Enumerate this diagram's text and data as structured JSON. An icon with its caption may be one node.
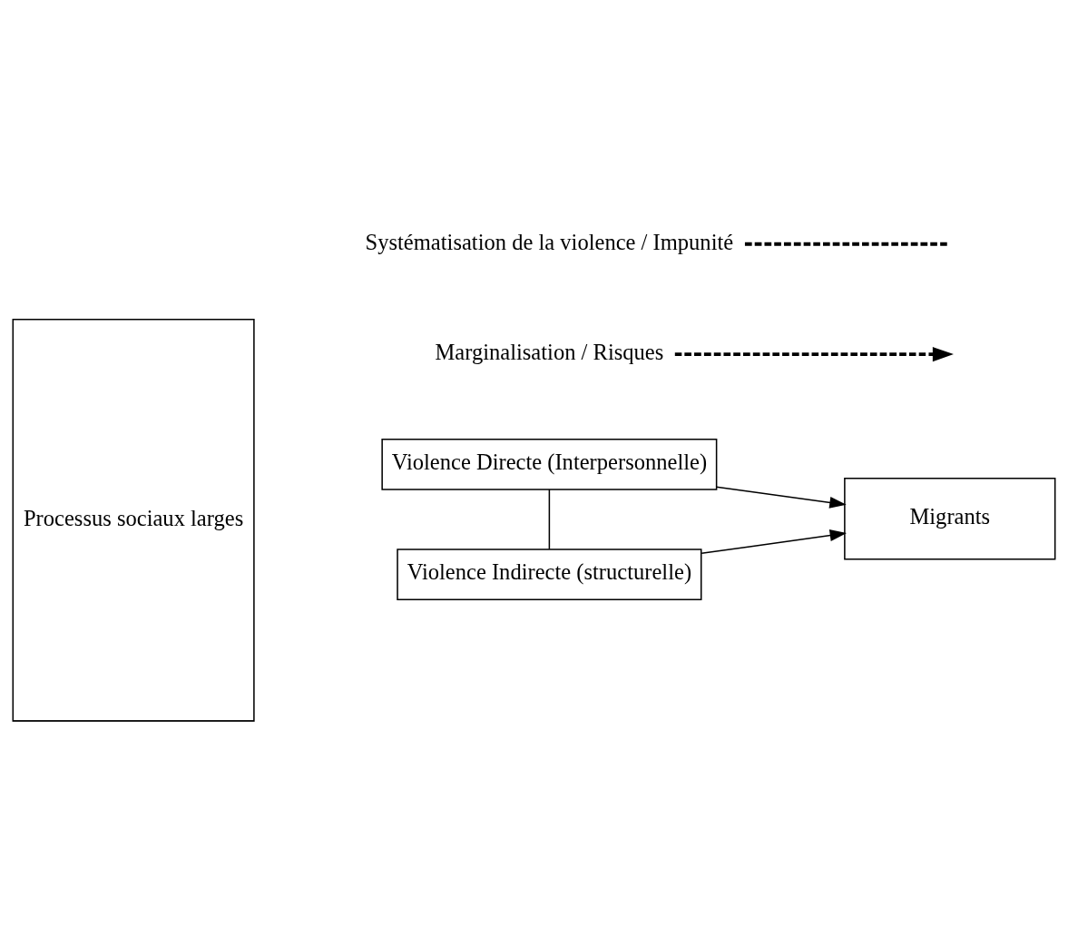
{
  "diagram": {
    "nodes": [
      {
        "text": [
          "Processus sociaux larges"
        ]
      },
      {
        "text": [
          "Violence Directe (Interpersonnelle)"
        ]
      },
      {
        "text": [
          "Violence Indirecte (structurelle)"
        ]
      },
      {
        "text": [
          "Migrants"
        ]
      },
      {
        "text": [
          "Marginalisation / Risques"
        ]
      },
      {
        "text": [
          "Systématisation de la violence / Impunité"
        ]
      }
    ],
    "edges": [
      {
        "from": 1,
        "to": 2,
        "arrow": "none"
      },
      {
        "from": 1,
        "to": 3,
        "arrow": "to"
      },
      {
        "from": 2,
        "to": 3,
        "arrow": "to"
      },
      {
        "from": 4,
        "to": null,
        "arrow": "to",
        "style": "dashed"
      },
      {
        "from": 5,
        "to": null,
        "arrow": "none",
        "style": "dashed"
      }
    ]
  }
}
